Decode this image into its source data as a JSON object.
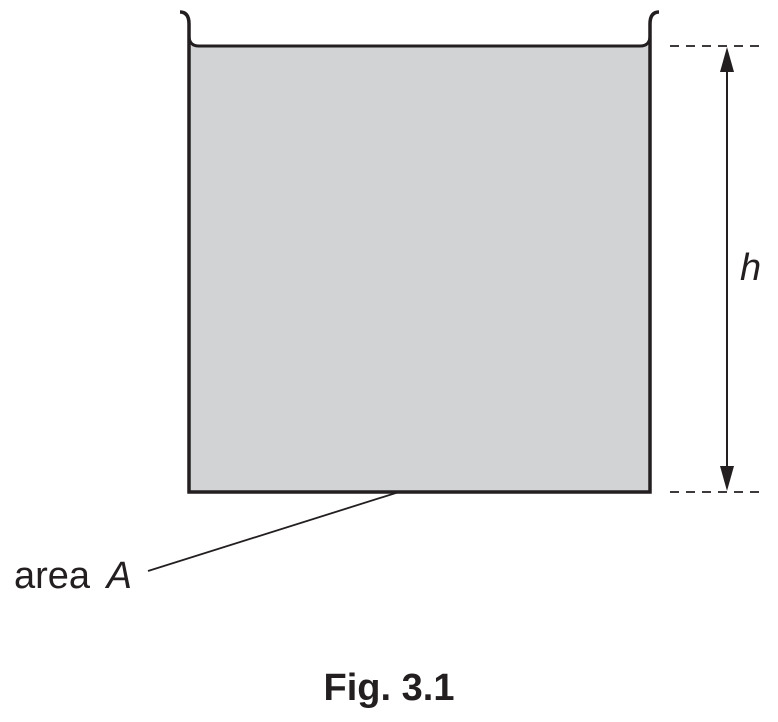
{
  "figure": {
    "caption": "Fig. 3.1",
    "labels": {
      "height": "h",
      "area_word": "area",
      "area_symbol": "A"
    },
    "colors": {
      "liquid": "#d2d3d5",
      "stroke": "#231f20",
      "background": "#ffffff"
    }
  }
}
